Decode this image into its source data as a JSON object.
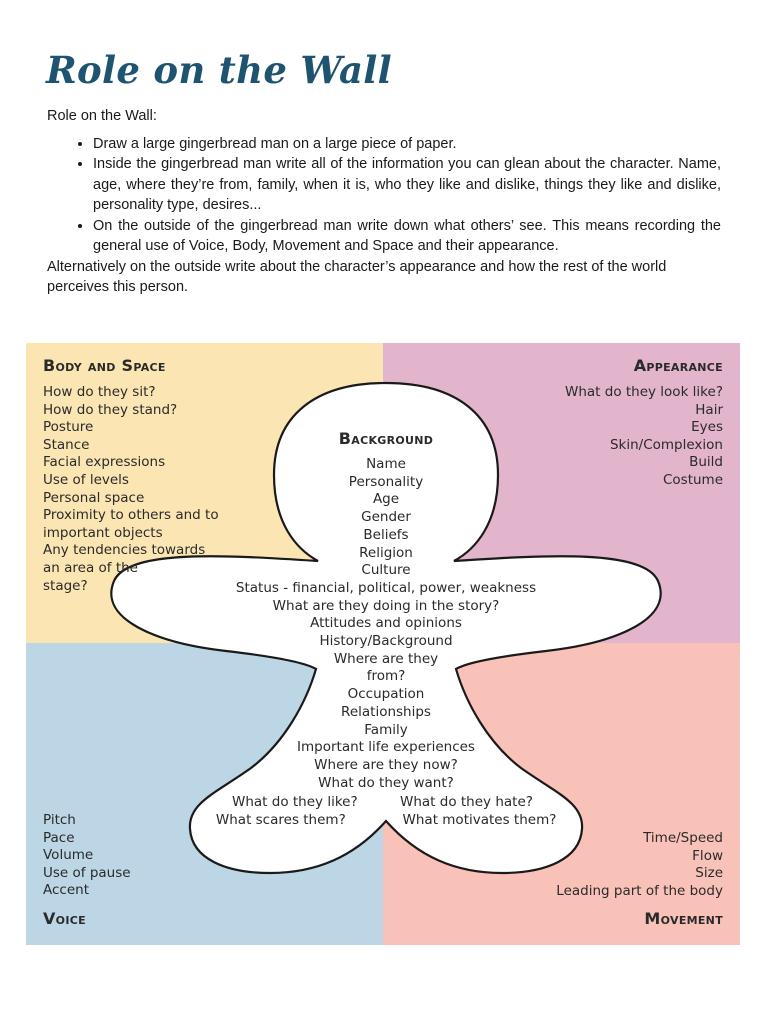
{
  "title": "Role on the Wall",
  "intro": {
    "lead": "Role on the Wall:",
    "bullets": [
      "Draw a large gingerbread man on a large piece of paper.",
      "Inside the gingerbread man write all of the information you can glean about the character. Name, age, where they’re from, family, when it is, who they like and dislike, things they like and dislike, personality type, desires...",
      "On the outside of the gingerbread man write down what others’ see. This means recording the general use of Voice, Body, Movement and Space and their appearance."
    ],
    "alternative": "Alternatively on the outside write about the character’s appearance and how the rest of the world perceives this person."
  },
  "diagram": {
    "colors": {
      "body_space": "#fbe6b3",
      "appearance": "#e2b5cc",
      "voice": "#bcd6e6",
      "movement": "#f9c2b9",
      "figure": "#ffffff",
      "outline": "#1a1a1a"
    },
    "body_space": {
      "heading": "Body and Space",
      "items": [
        "How do they sit?",
        "How do they stand?",
        "Posture",
        "Stance",
        "Facial expressions",
        "Use of levels",
        "Personal space",
        "Proximity to others and to",
        "important objects",
        "Any tendencies towards",
        "an area of the",
        "stage?"
      ]
    },
    "appearance": {
      "heading": "Appearance",
      "items": [
        "What do they look like?",
        "Hair",
        "Eyes",
        "Skin/Complexion",
        "Build",
        "Costume"
      ]
    },
    "voice": {
      "heading": "Voice",
      "items": [
        "Pitch",
        "Pace",
        "Volume",
        "Use of pause",
        "Accent"
      ]
    },
    "movement": {
      "heading": "Movement",
      "items": [
        "Time/Speed",
        "Flow",
        "Size",
        "Leading part of the body"
      ]
    },
    "background": {
      "heading": "Background",
      "items": [
        "Name",
        "Personality",
        "Age",
        "Gender",
        "Beliefs",
        "Religion",
        "Culture",
        "Status - financial, political, power, weakness",
        "What are they doing in the story?",
        "Attitudes and opinions",
        "History/Background",
        "Where are they",
        "from?",
        "Occupation",
        "Relationships",
        "Family",
        "Important life experiences",
        "Where are they now?",
        "What do they want?"
      ],
      "legs_left": [
        "What do they like?",
        "What scares them?"
      ],
      "legs_right": [
        "What do they hate?",
        "What motivates them?"
      ]
    }
  }
}
